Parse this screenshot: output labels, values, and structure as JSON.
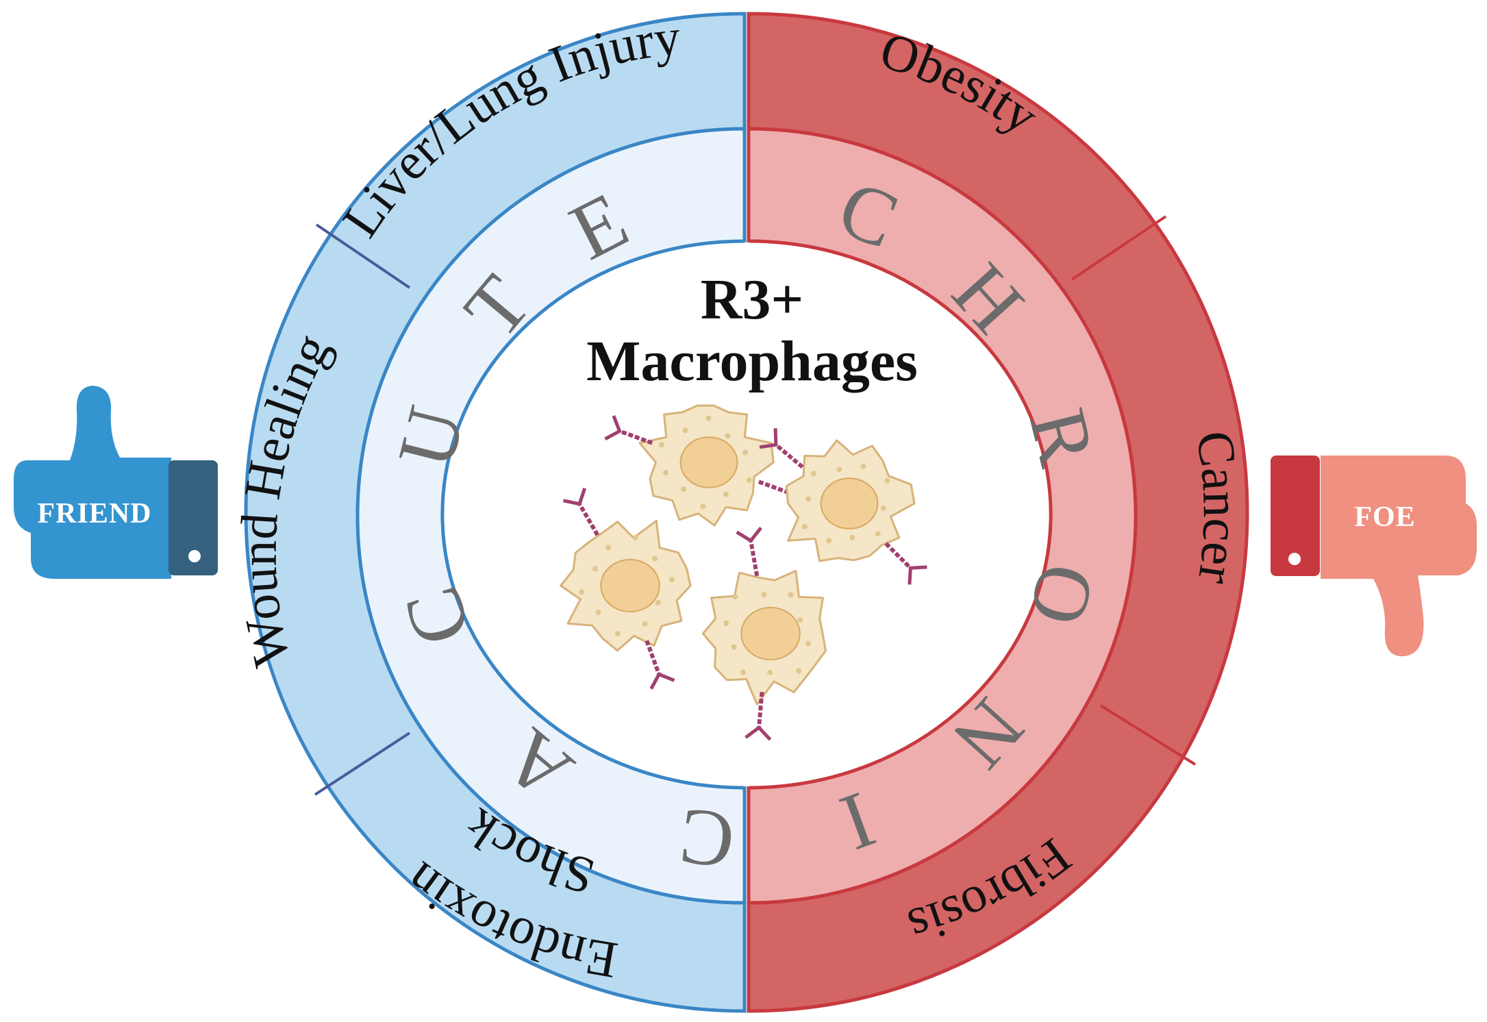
{
  "center": {
    "title_line1": "R3+",
    "title_line2": "Macrophages"
  },
  "acute": {
    "letters": [
      "A",
      "C",
      "U",
      "T",
      "E"
    ],
    "outer_items": [
      "Wound Healing",
      "Liver/Lung Injury",
      "Endotoxin",
      "Shock"
    ]
  },
  "chronic": {
    "letters": [
      "C",
      "H",
      "R",
      "O",
      "N",
      "I",
      "C"
    ],
    "outer_items": [
      "Obesity",
      "Cancer",
      "Fibrosis"
    ]
  },
  "friend": {
    "label": "FRIEND"
  },
  "foe": {
    "label": "FOE"
  },
  "colors": {
    "blue_outer": "#b9dbf2",
    "blue_inner": "#eaf3fc",
    "blue_line": "#3a86c6",
    "blue_divider": "#4a5a9c",
    "red_outer": "#d46565",
    "red_inner": "#eeaeae",
    "red_line": "#c8393f",
    "friend_hand": "#3494d0",
    "friend_cuff": "#35607e",
    "foe_hand": "#ef9080",
    "foe_cuff": "#c8393f",
    "cell_fill": "#f4e6c6",
    "cell_nucleus": "#f1cf97",
    "receptor": "#a0406e"
  }
}
